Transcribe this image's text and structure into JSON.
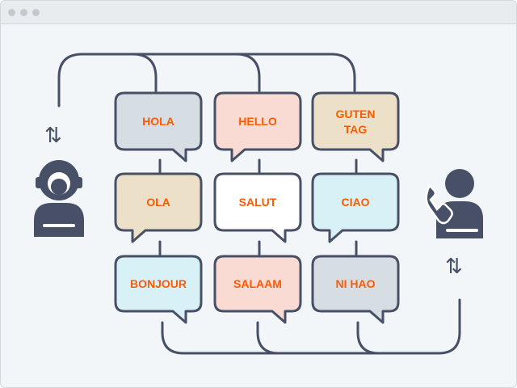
{
  "window": {
    "titlebar_dots": [
      "dot",
      "dot",
      "dot"
    ]
  },
  "colors": {
    "accent_text": "#ff5a00",
    "stroke": "#475066",
    "bubble_gray": "#d6dde3",
    "bubble_pink": "#fadbd4",
    "bubble_tan": "#ede0c9",
    "bubble_white": "#ffffff",
    "bubble_cyan": "#d7f1f6"
  },
  "greetings": {
    "hola": "HOLA",
    "hello": "HELLO",
    "guten_tag_line1": "GUTEN",
    "guten_tag_line2": "TAG",
    "ola": "OLA",
    "salut": "SALUT",
    "ciao": "CIAO",
    "bonjour": "BONJOUR",
    "salaam": "SALAAM",
    "ni_hao": "NI HAO"
  },
  "icons": {
    "left_arrows": "⇅",
    "right_arrows": "⇅",
    "operator": "headset-operator-icon",
    "caller": "phone-caller-icon"
  }
}
